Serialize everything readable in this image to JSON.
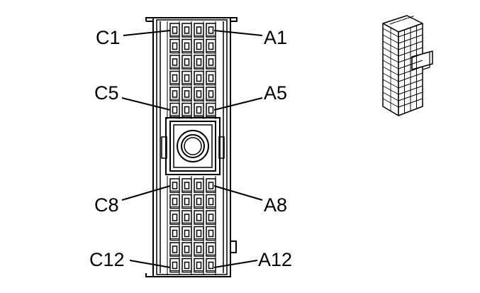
{
  "labels": {
    "c1": "C1",
    "a1": "A1",
    "c5": "C5",
    "a5": "A5",
    "c8": "C8",
    "a8": "A8",
    "c12": "C12",
    "a12": "A12"
  },
  "colors": {
    "ink": "#000000",
    "paper": "#ffffff"
  }
}
